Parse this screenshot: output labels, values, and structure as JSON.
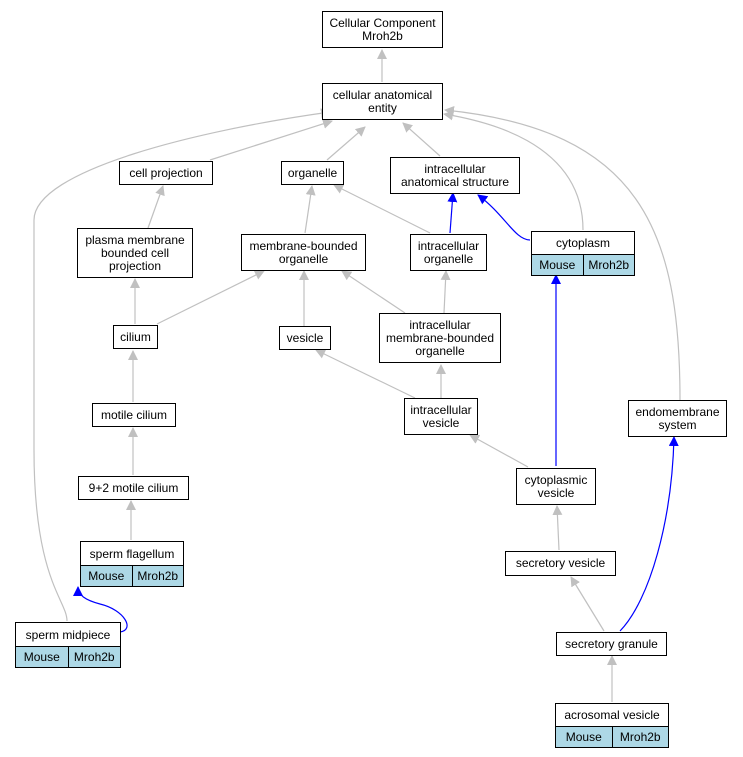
{
  "nodes": {
    "root": {
      "line1": "Cellular Component",
      "line2": "Mroh2b"
    },
    "cae": {
      "line1": "cellular anatomical",
      "line2": "entity"
    },
    "cell_projection": {
      "label": "cell projection"
    },
    "organelle": {
      "label": "organelle"
    },
    "ias": {
      "line1": "intracellular",
      "line2": "anatomical structure"
    },
    "cytoplasm": {
      "label": "cytoplasm",
      "species": "Mouse",
      "gene": "Mroh2b"
    },
    "pmbcp": {
      "line1": "plasma membrane",
      "line2": "bounded cell",
      "line3": "projection"
    },
    "mbo": {
      "line1": "membrane-bounded",
      "line2": "organelle"
    },
    "io": {
      "line1": "intracellular",
      "line2": "organelle"
    },
    "cilium": {
      "label": "cilium"
    },
    "vesicle": {
      "label": "vesicle"
    },
    "imbo": {
      "line1": "intracellular",
      "line2": "membrane-bounded",
      "line3": "organelle"
    },
    "motile_cilium": {
      "label": "motile cilium"
    },
    "iv": {
      "line1": "intracellular",
      "line2": "vesicle"
    },
    "endomembrane": {
      "line1": "endomembrane",
      "line2": "system"
    },
    "ninetwo": {
      "label": "9+2 motile cilium"
    },
    "cv": {
      "line1": "cytoplasmic",
      "line2": "vesicle"
    },
    "sperm_flagellum": {
      "label": "sperm flagellum",
      "species": "Mouse",
      "gene": "Mroh2b"
    },
    "secretory_vesicle": {
      "label": "secretory vesicle"
    },
    "sperm_midpiece": {
      "label": "sperm midpiece",
      "species": "Mouse",
      "gene": "Mroh2b"
    },
    "secretory_granule": {
      "label": "secretory granule"
    },
    "acrosomal_vesicle": {
      "label": "acrosomal vesicle",
      "species": "Mouse",
      "gene": "Mroh2b"
    }
  },
  "colors": {
    "edge": "#c0c0c0",
    "annotated_edge": "#0000ff",
    "annotation_fill": "#add8e6"
  }
}
